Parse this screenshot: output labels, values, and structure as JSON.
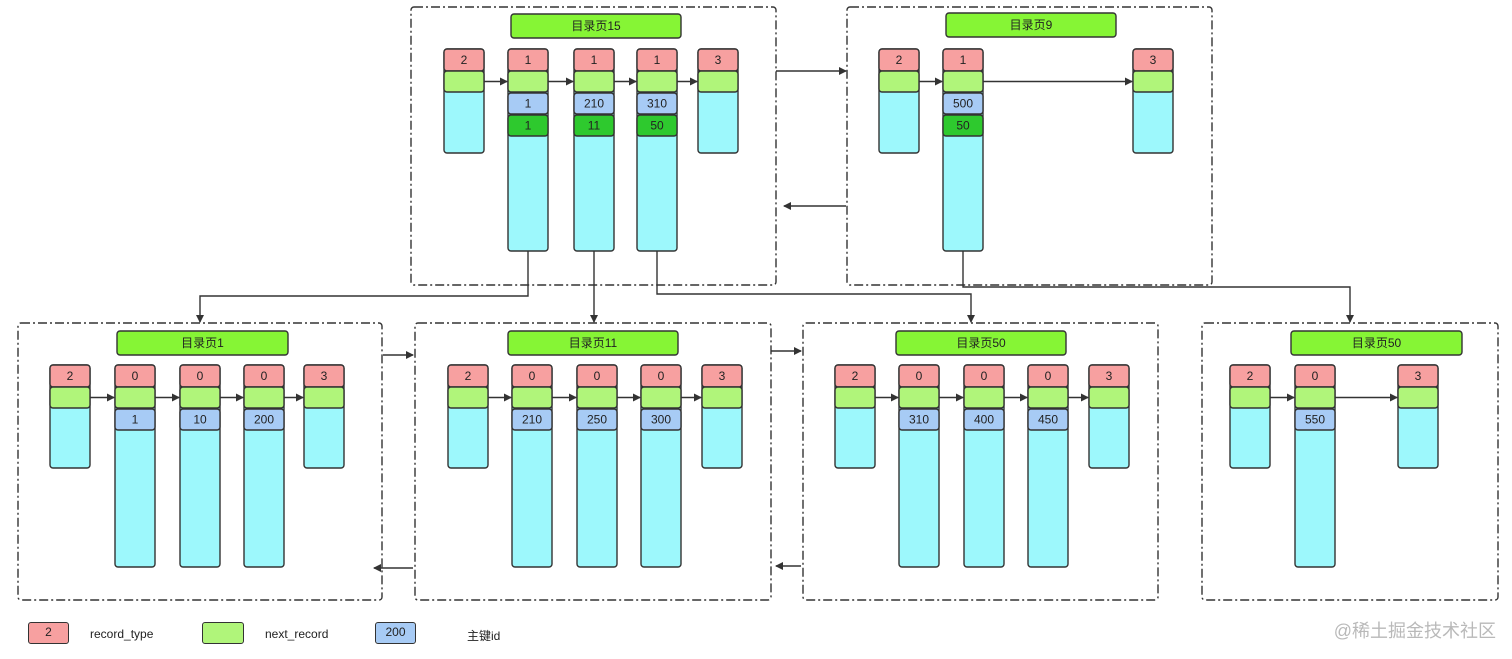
{
  "colors": {
    "record_type": "#f7a0a0",
    "next_record": "#b0f57a",
    "key": "#a7cbf5",
    "pointer": "#2ec92e",
    "body": "#9df8fc",
    "title": "#86f535"
  },
  "pages": [
    {
      "title": "目录页15",
      "level": "directory",
      "columns": [
        {
          "record_type": "2"
        },
        {
          "record_type": "1",
          "key": "1",
          "pointer": "1"
        },
        {
          "record_type": "1",
          "key": "210",
          "pointer": "11"
        },
        {
          "record_type": "1",
          "key": "310",
          "pointer": "50"
        },
        {
          "record_type": "3"
        }
      ]
    },
    {
      "title": "目录页9",
      "level": "directory",
      "columns": [
        {
          "record_type": "2"
        },
        {
          "record_type": "1",
          "key": "500",
          "pointer": "50"
        },
        {
          "record_type": "3"
        }
      ]
    },
    {
      "title": "目录页1",
      "level": "leaf",
      "columns": [
        {
          "record_type": "2"
        },
        {
          "record_type": "0",
          "key": "1"
        },
        {
          "record_type": "0",
          "key": "10"
        },
        {
          "record_type": "0",
          "key": "200"
        },
        {
          "record_type": "3"
        }
      ]
    },
    {
      "title": "目录页11",
      "level": "leaf",
      "columns": [
        {
          "record_type": "2"
        },
        {
          "record_type": "0",
          "key": "210"
        },
        {
          "record_type": "0",
          "key": "250"
        },
        {
          "record_type": "0",
          "key": "300"
        },
        {
          "record_type": "3"
        }
      ]
    },
    {
      "title": "目录页50",
      "level": "leaf",
      "columns": [
        {
          "record_type": "2"
        },
        {
          "record_type": "0",
          "key": "310"
        },
        {
          "record_type": "0",
          "key": "400"
        },
        {
          "record_type": "0",
          "key": "450"
        },
        {
          "record_type": "3"
        }
      ]
    },
    {
      "title": "目录页50",
      "level": "leaf",
      "columns": [
        {
          "record_type": "2"
        },
        {
          "record_type": "0",
          "key": "550"
        },
        {
          "record_type": "3"
        }
      ]
    }
  ],
  "legend": {
    "record_type_sample": "2",
    "record_type_label": "record_type",
    "next_record_label": "next_record",
    "key_sample": "200",
    "key_label": "主键id"
  },
  "watermark": "@稀土掘金技术社区"
}
